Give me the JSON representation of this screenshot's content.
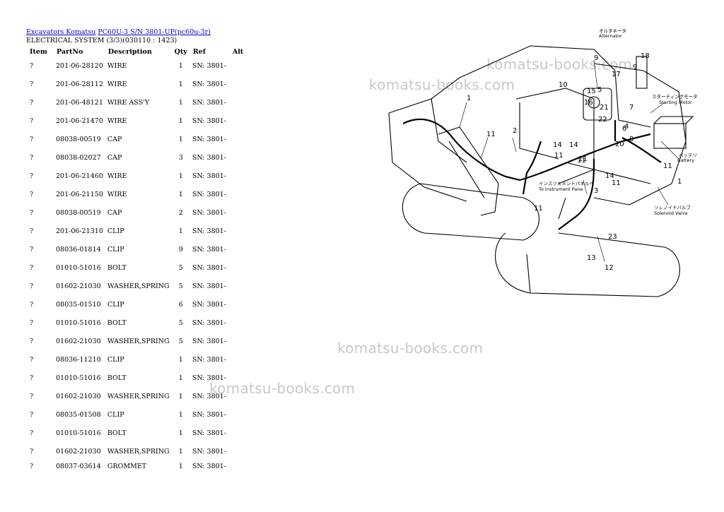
{
  "breadcrumb": {
    "link1": "Excavators Komatsu",
    "link2": "PC60U-3 S/N 3801-UP(pc60u-3r)"
  },
  "section_title": "ELECTRICAL SYSTEM (3/3)(030110 : 1423)",
  "table": {
    "headers": [
      "Item",
      "PartNo",
      "Description",
      "Qty",
      "Ref",
      "Alt"
    ],
    "rows": [
      [
        "?",
        "201-06-28120",
        "WIRE",
        "1",
        "SN: 3801-",
        ""
      ],
      [
        "?",
        "201-06-28112",
        "WIRE",
        "1",
        "SN: 3801-",
        ""
      ],
      [
        "?",
        "201-06-48121",
        "WIRE ASS'Y",
        "1",
        "SN: 3801-",
        ""
      ],
      [
        "?",
        "201-06-21470",
        "WIRE",
        "1",
        "SN: 3801-",
        ""
      ],
      [
        "?",
        "08038-00519",
        "CAP",
        "1",
        "SN: 3801-",
        ""
      ],
      [
        "?",
        "08038-02027",
        "CAP",
        "3",
        "SN: 3801-",
        ""
      ],
      [
        "?",
        "201-06-21460",
        "WIRE",
        "1",
        "SN: 3801-",
        ""
      ],
      [
        "?",
        "201-06-21150",
        "WIRE",
        "1",
        "SN: 3801-",
        ""
      ],
      [
        "?",
        "08038-00519",
        "CAP",
        "2",
        "SN: 3801-",
        ""
      ],
      [
        "?",
        "201-06-21310",
        "CLIP",
        "1",
        "SN: 3801-",
        ""
      ],
      [
        "?",
        "08036-01814",
        "CLIP",
        "9",
        "SN: 3801-",
        ""
      ],
      [
        "?",
        "01010-51016",
        "BOLT",
        "5",
        "SN: 3801-",
        ""
      ],
      [
        "?",
        "01602-21030",
        "WASHER,SPRING",
        "5",
        "SN: 3801-",
        ""
      ],
      [
        "?",
        "08035-01510",
        "CLIP",
        "6",
        "SN: 3801-",
        ""
      ],
      [
        "?",
        "01010-51016",
        "BOLT",
        "5",
        "SN: 3801-",
        ""
      ],
      [
        "?",
        "01602-21030",
        "WASHER,SPRING",
        "5",
        "SN: 3801-",
        ""
      ],
      [
        "?",
        "08036-11210",
        "CLIP",
        "1",
        "SN: 3801-",
        ""
      ],
      [
        "?",
        "01010-51016",
        "BOLT",
        "1",
        "SN: 3801-",
        ""
      ],
      [
        "?",
        "01602-21030",
        "WASHER,SPRING",
        "1",
        "SN: 3801-",
        ""
      ],
      [
        "?",
        "08035-01508",
        "CLIP",
        "1",
        "SN: 3801-",
        ""
      ],
      [
        "?",
        "01010-51016",
        "BOLT",
        "1",
        "SN: 3801-",
        ""
      ],
      [
        "?",
        "01602-21030",
        "WASHER,SPRING",
        "1",
        "SN: 3801-",
        ""
      ],
      [
        "?",
        "08037-03614",
        "GROMMET",
        "1",
        "SN: 3801-",
        ""
      ]
    ]
  },
  "watermark": "komatsu-books.com",
  "diagram": {
    "labels": {
      "alternator": "Alternator",
      "starting_motor": "Starting Motor",
      "battery": "Battery",
      "instrument_panel": "To Instrument Pane",
      "solenoid_valve": "Solenoid Valve"
    },
    "jp_labels": {
      "alternator": "オルタネータ",
      "starting_motor": "スターティングモータ",
      "battery": "バッテリ",
      "instrument_panel": "インスツルメントパネルへ",
      "solenoid_valve": "ソレノイドバルブ"
    },
    "callouts": [
      {
        "text": "1"
      },
      {
        "text": "1"
      },
      {
        "text": "2"
      },
      {
        "text": "3"
      },
      {
        "text": "4"
      },
      {
        "text": "5"
      },
      {
        "text": "6"
      },
      {
        "text": "7"
      },
      {
        "text": "8"
      },
      {
        "text": "9"
      },
      {
        "text": "9"
      },
      {
        "text": "10"
      },
      {
        "text": "11"
      },
      {
        "text": "11"
      },
      {
        "text": "11"
      },
      {
        "text": "11"
      },
      {
        "text": "11"
      },
      {
        "text": "11"
      },
      {
        "text": "11"
      },
      {
        "text": "12"
      },
      {
        "text": "13"
      },
      {
        "text": "14"
      },
      {
        "text": "14"
      },
      {
        "text": "14"
      },
      {
        "text": "15"
      },
      {
        "text": "16"
      },
      {
        "text": "17"
      },
      {
        "text": "18"
      },
      {
        "text": "20"
      },
      {
        "text": "21"
      },
      {
        "text": "22"
      },
      {
        "text": "23"
      }
    ]
  }
}
